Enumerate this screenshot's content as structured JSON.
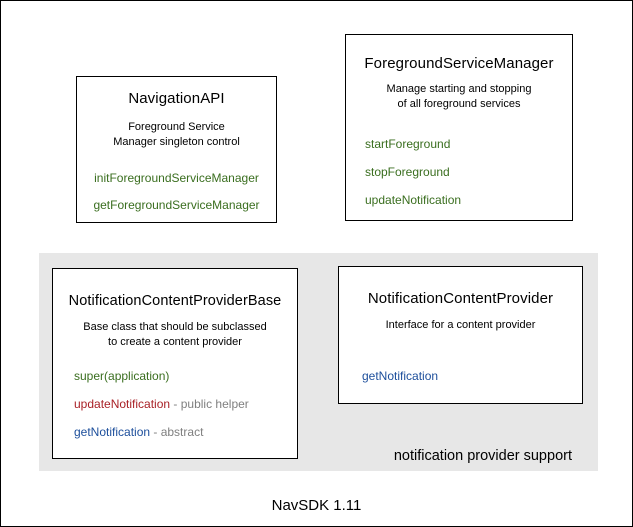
{
  "canvas": {
    "caption": "NavSDK 1.11"
  },
  "colors": {
    "method_green": "#3a6e1f",
    "method_red": "#a92127",
    "method_blue": "#1c4e9b",
    "annotation_gray": "#7f7f7f",
    "group_background": "#e7e7e7",
    "box_border": "#000000",
    "background": "#ffffff"
  },
  "boxes": {
    "navigation_api": {
      "title": "NavigationAPI",
      "description_lines": [
        "Foreground Service",
        "Manager singleton control"
      ],
      "methods": [
        {
          "label": "initForegroundServiceManager"
        },
        {
          "label": "getForegroundServiceManager"
        }
      ]
    },
    "foreground_service_manager": {
      "title": "ForegroundServiceManager",
      "description_lines": [
        "Manage starting and stopping",
        "of all foreground services"
      ],
      "methods": [
        {
          "label": "startForeground"
        },
        {
          "label": "stopForeground"
        },
        {
          "label": "updateNotification"
        }
      ]
    },
    "notification_content_provider_base": {
      "title": "NotificationContentProviderBase",
      "description_lines": [
        "Base class that should be subclassed",
        "to create a content provider"
      ],
      "methods": [
        {
          "label": "super(application)",
          "annotation": ""
        },
        {
          "label": "updateNotification",
          "annotation": " - public helper"
        },
        {
          "label": "getNotification",
          "annotation": " - abstract"
        }
      ]
    },
    "notification_content_provider": {
      "title": "NotificationContentProvider",
      "description_lines": [
        "Interface for a content provider"
      ],
      "methods": [
        {
          "label": "getNotification"
        }
      ]
    }
  },
  "group": {
    "label": "notification provider support"
  }
}
